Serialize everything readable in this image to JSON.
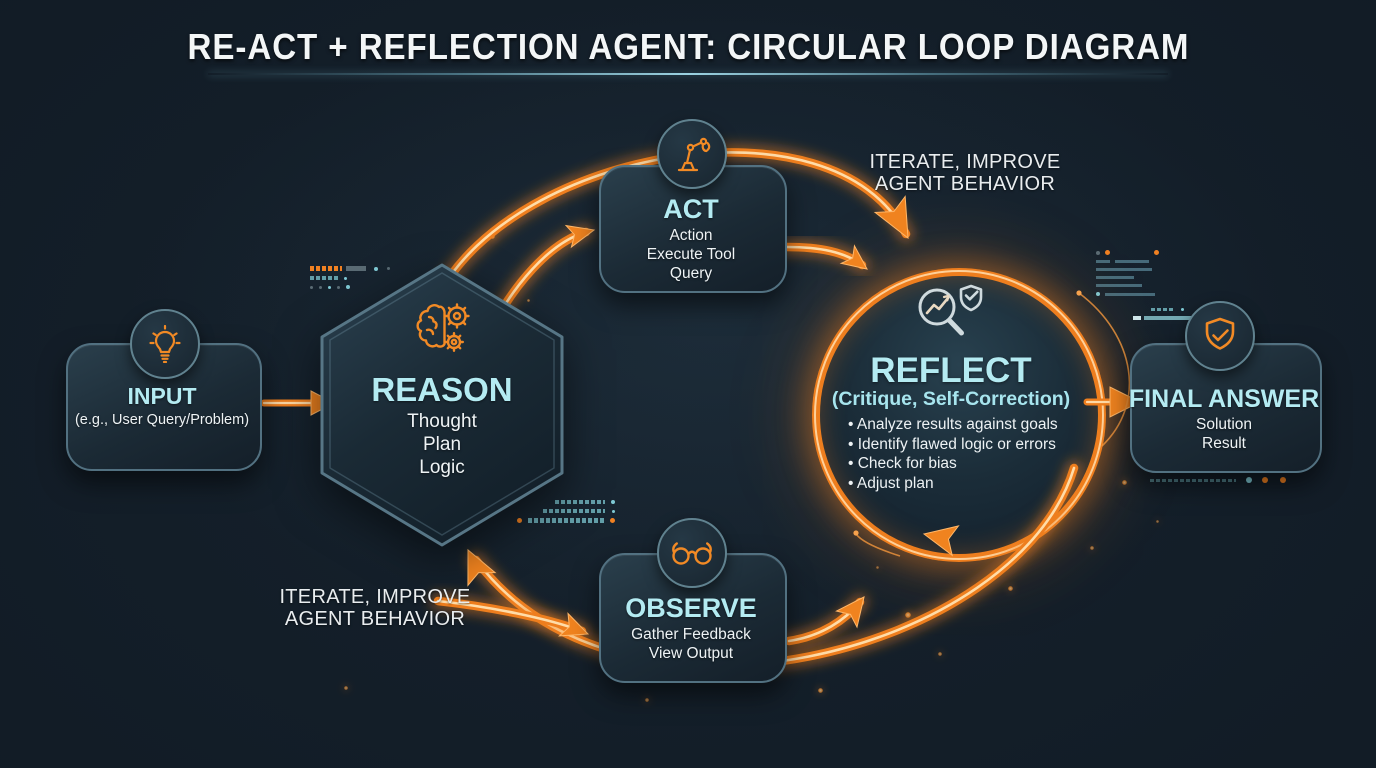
{
  "title": "RE-ACT + REFLECTION AGENT: CIRCULAR LOOP DIAGRAM",
  "nodes": {
    "input": {
      "icon": "lightbulb-icon",
      "label": "INPUT",
      "sublabel": "(e.g., User Query/Problem)"
    },
    "reason": {
      "icon": "brain-gears-icon",
      "label": "REASON",
      "lines": [
        "Thought",
        "Plan",
        "Logic"
      ]
    },
    "act": {
      "icon": "robot-arm-icon",
      "label": "ACT",
      "lines": [
        "Action",
        "Execute Tool",
        "Query"
      ]
    },
    "observe": {
      "icon": "glasses-icon",
      "label": "OBSERVE",
      "lines": [
        "Gather Feedback",
        "View Output"
      ]
    },
    "reflect": {
      "icon": "magnifier-chart-shield-icon",
      "label": "REFLECT",
      "sublabel": "(Critique, Self-Correction)",
      "bullets": [
        "Analyze results against goals",
        "Identify flawed logic or errors",
        "Check for bias",
        "Adjust plan"
      ]
    },
    "final_answer": {
      "icon": "shield-check-icon",
      "label": "FINAL ANSWER",
      "lines": [
        "Solution",
        "Result"
      ]
    }
  },
  "annotations": {
    "iterate_top": {
      "line1": "ITERATE, IMPROVE",
      "line2": "AGENT BEHAVIOR"
    },
    "iterate_bottom": {
      "line1": "ITERATE, IMPROVE",
      "line2": "AGENT BEHAVIOR"
    }
  },
  "colors": {
    "background": "#121c26",
    "accent_orange": "#ee7e1e",
    "accent_orange_bright": "#ffdca8",
    "accent_cyan": "#aee8ef",
    "text_white": "#eef3f5",
    "node_border": "#527181"
  }
}
